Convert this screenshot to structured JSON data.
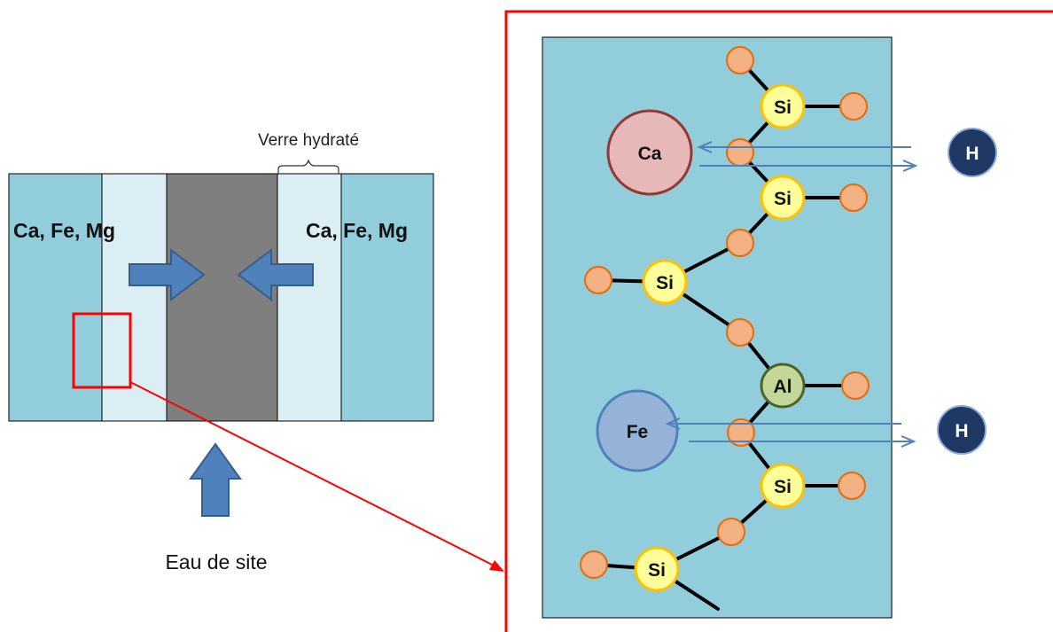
{
  "left_panel": {
    "verre_label": "Verre hydraté",
    "label_left": "Ca, Fe, Mg",
    "label_right": "Ca, Fe, Mg",
    "eau_label": "Eau de site"
  },
  "zoom_panel": {
    "si": "Si",
    "al": "Al",
    "ca": "Ca",
    "fe": "Fe",
    "h": "H"
  },
  "colors": {
    "glass": "#92cddc",
    "hydrated": "#dbeef4",
    "core": "#7f7f7f",
    "arrow_fill": "#4f81bd",
    "arrow_stroke": "#385d8a",
    "highlight_red": "#ff0000",
    "oxygen": "#f4b183",
    "silicon": "#ffff99",
    "aluminium": "#c4d79b",
    "calcium": "#e6b9b8",
    "iron": "#95b3d7",
    "hydrogen": "#1f3864"
  },
  "icons": {
    "arrow_right": "block-arrow-right-icon",
    "arrow_left": "block-arrow-left-icon",
    "arrow_up": "block-arrow-up-icon"
  }
}
